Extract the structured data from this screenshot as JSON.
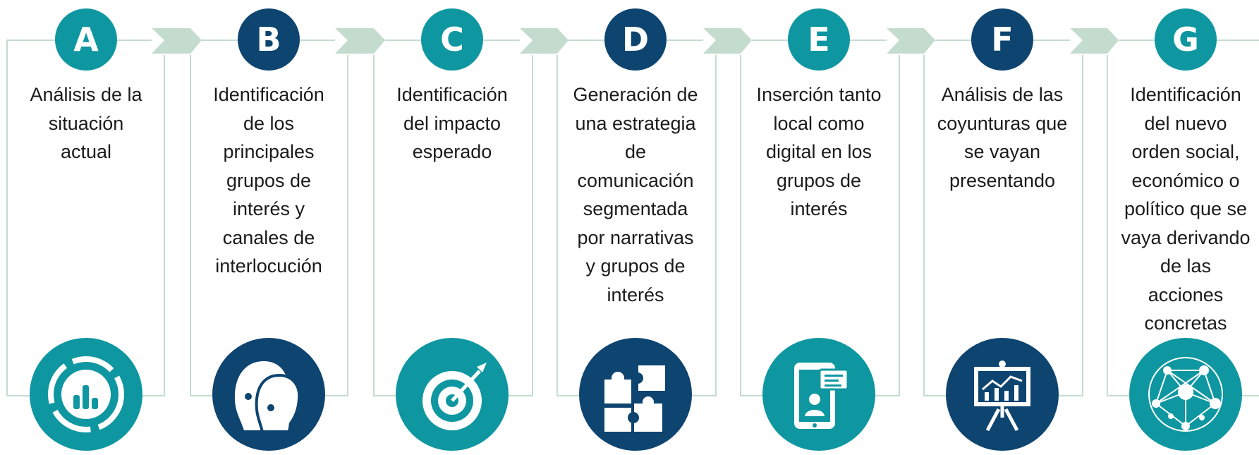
{
  "colors": {
    "teal": "#0f97a1",
    "navy": "#0d4470",
    "connector": "#c4dcce",
    "text": "#1b1b1b"
  },
  "steps": [
    {
      "letter": "A",
      "color": "teal",
      "text": "Análisis de la situación actual",
      "icon": "analytics-chart-icon"
    },
    {
      "letter": "B",
      "color": "navy",
      "text": "Identificación de los principales grupos de interés y canales de interlocución",
      "icon": "people-heads-icon"
    },
    {
      "letter": "C",
      "color": "teal",
      "text": "Identificación del impacto esperado",
      "icon": "target-arrow-icon"
    },
    {
      "letter": "D",
      "color": "navy",
      "text": "Generación de una estrategia de comunicación segmentada por narrativas y grupos de interés",
      "icon": "puzzle-pieces-icon"
    },
    {
      "letter": "E",
      "color": "teal",
      "text": "Inserción tanto local como digital en los grupos de interés",
      "icon": "tablet-user-icon"
    },
    {
      "letter": "F",
      "color": "navy",
      "text": "Análisis de las coyunturas que se vayan presentando",
      "icon": "presentation-board-icon"
    },
    {
      "letter": "G",
      "color": "teal",
      "text": "Identificación del nuevo orden social, económico o político que se vaya derivando de las acciones concretas",
      "icon": "network-globe-icon"
    }
  ]
}
